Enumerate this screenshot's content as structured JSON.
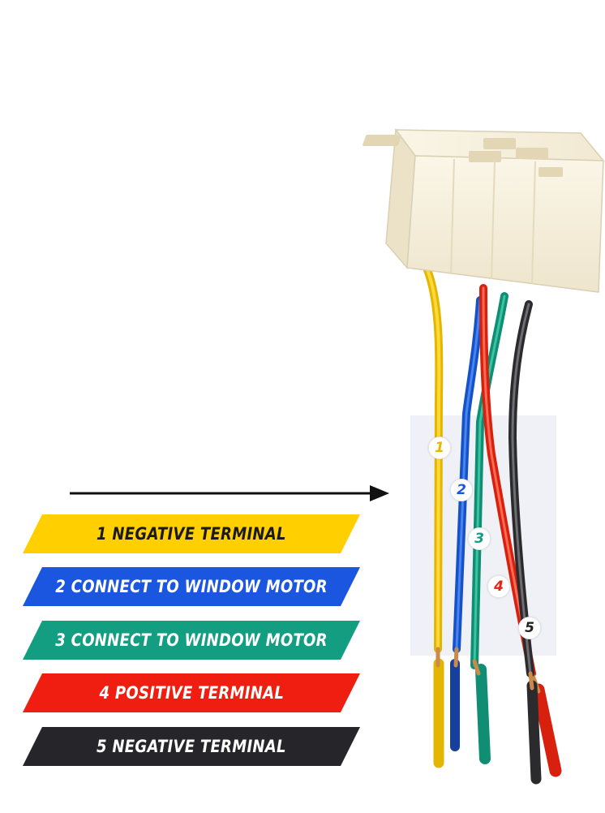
{
  "colors": {
    "yellow": "#f5c400",
    "blue": "#1559d6",
    "teal": "#129b80",
    "red": "#e52313",
    "black": "#2a2a2c",
    "connector": "#f5eedb"
  },
  "icons": [
    "connector-icon",
    "arrow-icon"
  ],
  "legend": [
    {
      "number": "1",
      "text": "1 Negative Terminal",
      "bg": "#ffcf00",
      "fg": "#1a1a1a"
    },
    {
      "number": "2",
      "text": "2 Connect to Window Motor",
      "bg": "#1a56e0",
      "fg": "#ffffff"
    },
    {
      "number": "3",
      "text": "3 Connect to Window Motor",
      "bg": "#139e82",
      "fg": "#ffffff"
    },
    {
      "number": "4",
      "text": "4 Positive Terminal",
      "bg": "#f01e10",
      "fg": "#ffffff"
    },
    {
      "number": "5",
      "text": "5 Negative Terminal",
      "bg": "#25252a",
      "fg": "#ffffff"
    }
  ],
  "markers": [
    {
      "number": "1",
      "color": "#e6b800"
    },
    {
      "number": "2",
      "color": "#1a56e0"
    },
    {
      "number": "3",
      "color": "#139e82"
    },
    {
      "number": "4",
      "color": "#e52313"
    },
    {
      "number": "5",
      "color": "#222222"
    }
  ]
}
